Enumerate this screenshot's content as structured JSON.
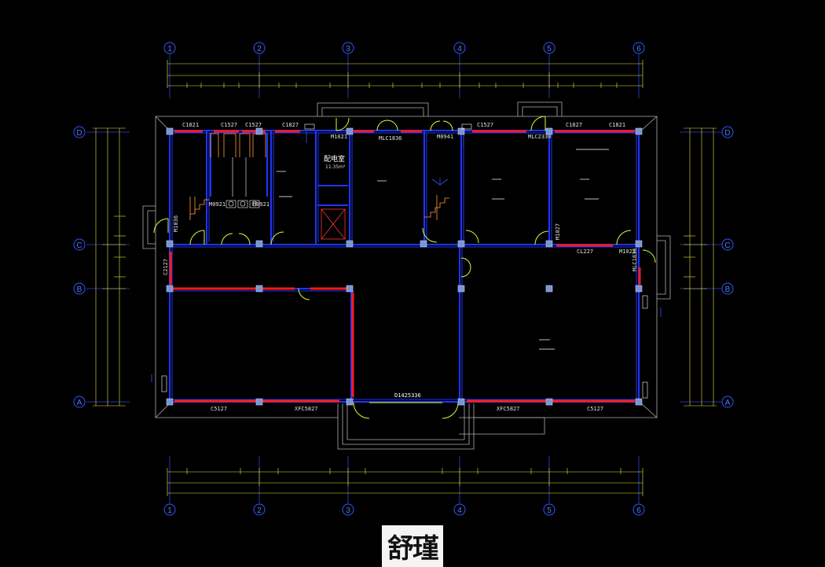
{
  "axes": {
    "columns": [
      "1",
      "2",
      "3",
      "4",
      "5",
      "6"
    ],
    "rows": [
      "D",
      "C",
      "B",
      "A"
    ]
  },
  "doors": {
    "c1821": "C1821",
    "c1527a": "C1527",
    "c1527b": "C1527",
    "c1827": "C1827",
    "c1527_top_right": "C1527",
    "m1021_top": "M1021",
    "mlc1836": "MLC1836",
    "m0941": "M0941",
    "mlc2330": "MLC2330",
    "c1827_r1": "C1827",
    "c1821_r2": "C1821",
    "m0921a": "M0921",
    "m0921b": "M0921",
    "m1036": "M1036",
    "m1027": "M1027",
    "cl227": "CL227",
    "m1021_right": "M1021",
    "c2127": "C2127",
    "mlc1836_right": "MLC1836",
    "d1425336": "D1425336",
    "c5127_left": "C5127",
    "xfc5827": "XFC5827",
    "xfc5827_right": "XFC5827",
    "c5127_right": "C5127"
  },
  "rooms": {
    "power_room": "配电室",
    "power_area": "11.35m²"
  },
  "logo": "舒瑾",
  "colors": {
    "axis": "#3355ff",
    "wall": "#1a2cff",
    "window": "#ff0000",
    "door": "#ccff33",
    "dimension": "#ffff55",
    "column": "#6f8fd0",
    "outline": "#bfbfbf"
  }
}
